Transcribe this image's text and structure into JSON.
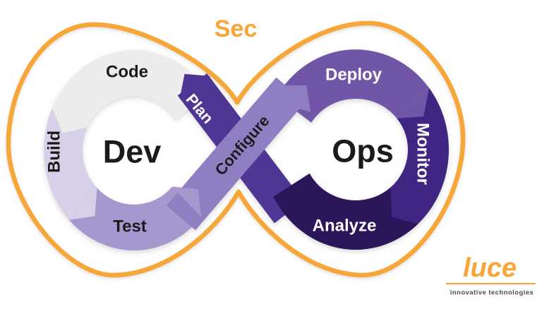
{
  "diagram": {
    "sec_label": "Sec",
    "dev_loop": {
      "label": "Dev",
      "segments": {
        "code": "Code",
        "build": "Build",
        "test": "Test"
      }
    },
    "ops_loop": {
      "label": "Ops",
      "segments": {
        "deploy": "Deploy",
        "monitor": "Monitor",
        "analyze": "Analyze"
      }
    },
    "bridges": {
      "plan": "Plan",
      "configure": "Configure"
    }
  },
  "logo": {
    "name": "luce",
    "tagline": "innovative technologies"
  },
  "colors": {
    "outline": "#F7A637",
    "sec": "#F7A637",
    "code": "#ECECEC",
    "build": "#D8D0E9",
    "test": "#A698CE",
    "plan": "#4F3594",
    "configure": "#8F7EC2",
    "deploy": "#7157A8",
    "monitor": "#3F2682",
    "analyze": "#2A1959",
    "logo": "#F7A637",
    "tagline_color": "#4D4D4D"
  }
}
